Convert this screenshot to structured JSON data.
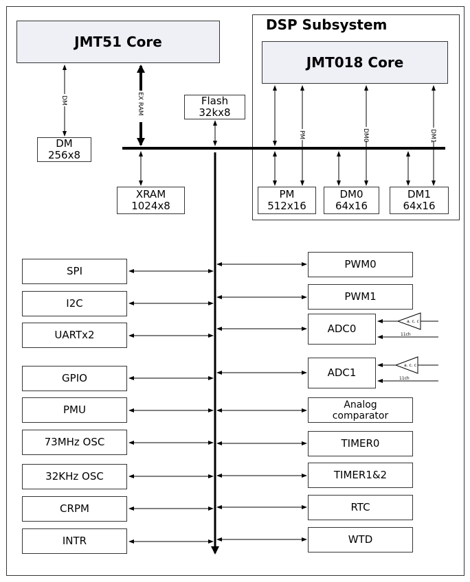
{
  "jmt51": {
    "title": "JMT51 Core"
  },
  "dsp": {
    "title": "DSP Subsystem",
    "core": "JMT018 Core",
    "pm": {
      "line1": "PM",
      "line2": "512x16"
    },
    "dm0": {
      "line1": "DM0",
      "line2": "64x16"
    },
    "dm1": {
      "line1": "DM1",
      "line2": "64x16"
    },
    "links": {
      "pm": "PM",
      "dm0": "DM0",
      "dm1": "DM1"
    }
  },
  "dm": {
    "line1": "DM",
    "line2": "256x8",
    "link": "DM"
  },
  "exram": {
    "link": "EX RAM"
  },
  "flash": {
    "line1": "Flash",
    "line2": "32kx8"
  },
  "xram": {
    "line1": "XRAM",
    "line2": "1024x8"
  },
  "left_peripherals": [
    "SPI",
    "I2C",
    "UARTx2",
    "GPIO",
    "PMU",
    "73MHz OSC",
    "32KHz OSC",
    "CRPM",
    "INTR"
  ],
  "right_peripherals": {
    "pwm0": "PWM0",
    "pwm1": "PWM1",
    "adc0": "ADC0",
    "adc1": "ADC1",
    "analog_line1": "Analog",
    "analog_line2": "comparator",
    "timer0": "TIMER0",
    "timer12": "TIMER1&2",
    "rtc": "RTC",
    "wtd": "WTD"
  },
  "adc_inputs": {
    "amp": "a. c. c",
    "channels": "11ch"
  }
}
